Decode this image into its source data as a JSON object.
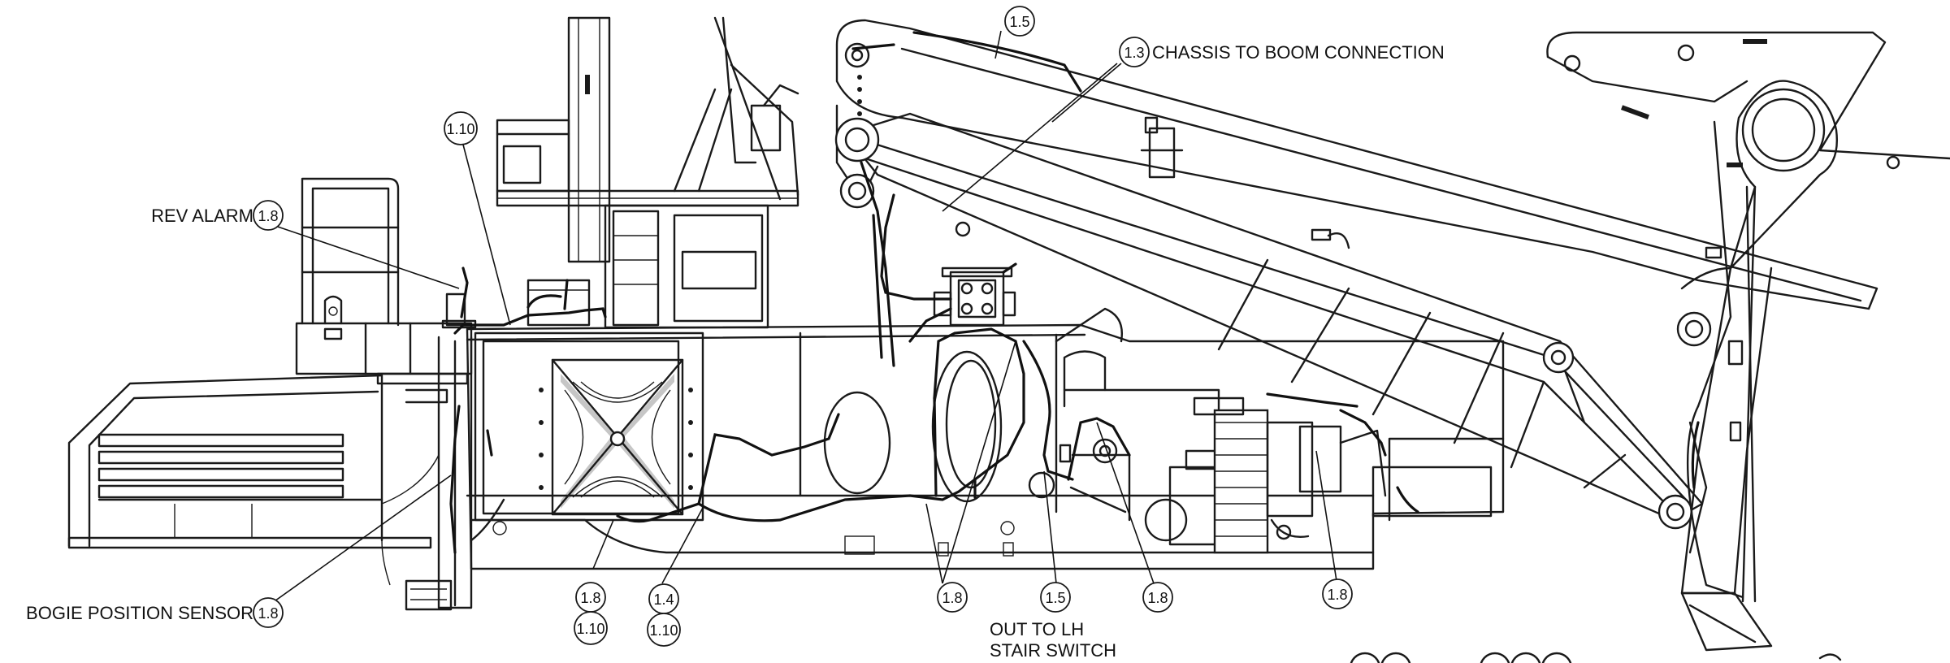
{
  "labels": {
    "chassis_to_boom": "CHASSIS TO BOOM CONNECTION",
    "rev_alarm": "REV ALARM",
    "bogie_position_sensor": "BOGIE POSITION SENSOR",
    "out_to_lh_line1": "OUT TO LH",
    "out_to_lh_line2": "STAIR SWITCH"
  },
  "callouts": {
    "top_boom": "1.5",
    "chassis_boom": "1.3",
    "rev_alarm": "1.8",
    "platform": "1.10",
    "bogie": "1.8",
    "b1_upper": "1.8",
    "b1_lower": "1.10",
    "b2_upper": "1.4",
    "b2_lower": "1.10",
    "b3": "1.8",
    "b4": "1.5",
    "b5": "1.8",
    "b6": "1.8"
  }
}
